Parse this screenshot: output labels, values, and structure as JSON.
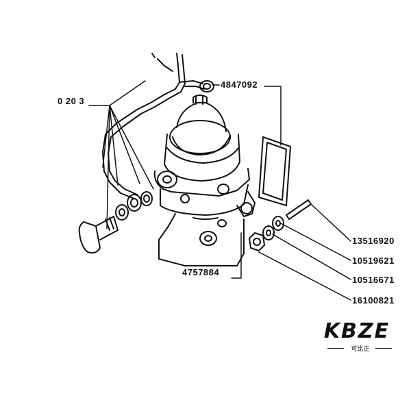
{
  "part_labels": {
    "group_ref": "0 20 3",
    "pipe_part": "4847092",
    "pump_body": "4757884",
    "bolt": "13516920",
    "washer_large": "10519621",
    "washer_small": "10516671",
    "nut": "16100821"
  },
  "logo": {
    "brand": "KBZE",
    "subtitle": "可比正"
  },
  "colors": {
    "line": "#111111",
    "background": "#ffffff"
  }
}
